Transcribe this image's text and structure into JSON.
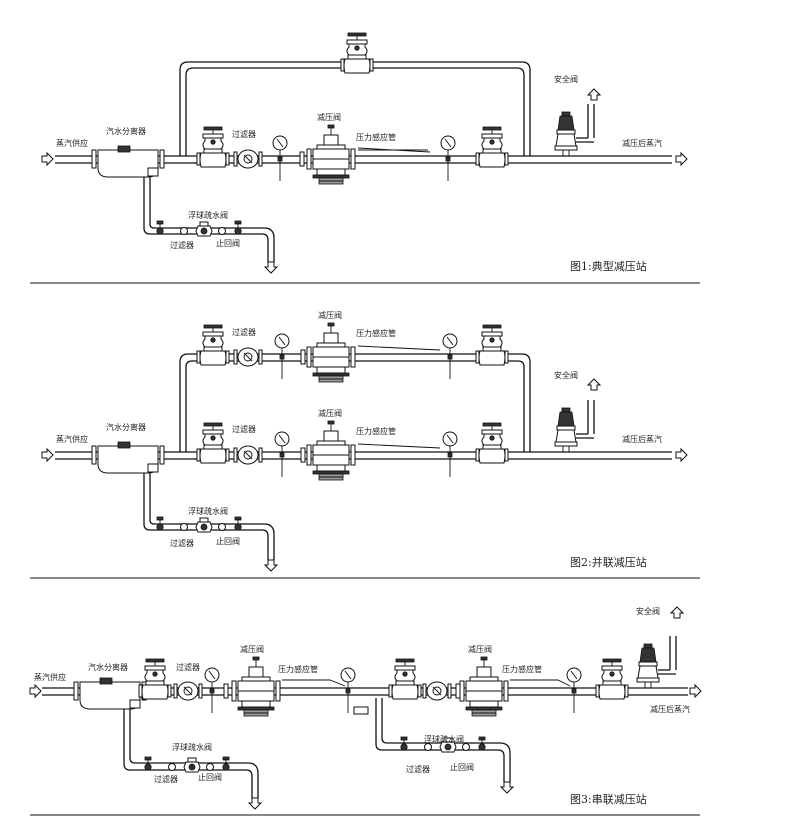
{
  "diagrams": [
    {
      "caption": "图1:典型减压站",
      "labels": {
        "steam_supply": "蒸汽供应",
        "separator": "汽水分离器",
        "strainer": "过滤器",
        "prv": "减压阀",
        "sense_pipe": "压力感应管",
        "safety_valve": "安全阀",
        "after_steam": "减压后蒸汽",
        "float_trap": "浮球疏水阀",
        "trap_strainer": "过滤器",
        "check_valve": "止回阀"
      }
    },
    {
      "caption": "图2:并联减压站",
      "labels": {
        "steam_supply": "蒸汽供应",
        "separator": "汽水分离器",
        "strainer_top": "过滤器",
        "prv_top": "减压阀",
        "sense_pipe_top": "压力感应管",
        "strainer_bottom": "过滤器",
        "prv_bottom": "减压阀",
        "sense_pipe_bottom": "压力感应管",
        "safety_valve": "安全阀",
        "after_steam": "减压后蒸汽",
        "float_trap": "浮球疏水阀",
        "trap_strainer": "过滤器",
        "check_valve": "止回阀"
      }
    },
    {
      "caption": "图3:串联减压站",
      "labels": {
        "steam_supply": "蒸汽供应",
        "separator": "汽水分离器",
        "strainer_1": "过滤器",
        "prv_1": "减压阀",
        "sense_pipe_1": "压力感应管",
        "prv_2": "减压阀",
        "sense_pipe_2": "压力感应管",
        "safety_valve": "安全阀",
        "after_steam": "减压后蒸汽",
        "float_trap_1": "浮球疏水阀",
        "trap_strainer_1": "过滤器",
        "check_valve_1": "止回阀",
        "float_trap_2": "浮球疏水阀",
        "trap_strainer_2": "过滤器",
        "check_valve_2": "止回阀"
      }
    }
  ]
}
